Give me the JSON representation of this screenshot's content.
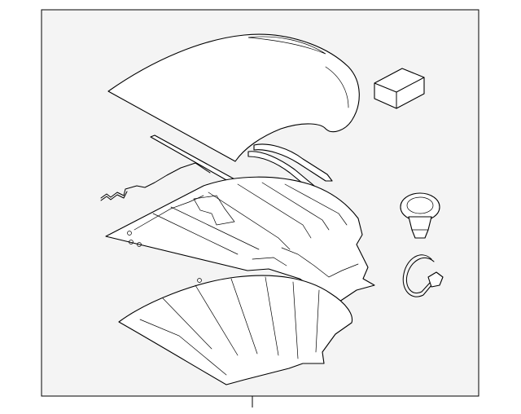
{
  "colors": {
    "frame_fill": "#f4f4f4",
    "frame_stroke": "#000000",
    "part_fill": "#ffffff",
    "line": "#000000"
  },
  "parts": [
    {
      "name": "hard-top-panel",
      "icon": "roof-panel-outline"
    },
    {
      "name": "weatherstrip-seals",
      "icon": "seal-strip-outline"
    },
    {
      "name": "wiring-harness",
      "icon": "wire-harness-outline"
    },
    {
      "name": "roof-frame",
      "icon": "frame-outline"
    },
    {
      "name": "headliner",
      "icon": "headliner-outline"
    },
    {
      "name": "foam-block",
      "icon": "block-outline"
    },
    {
      "name": "push-retainer",
      "icon": "clip-outline"
    },
    {
      "name": "sensor-cable",
      "icon": "cable-outline"
    }
  ]
}
